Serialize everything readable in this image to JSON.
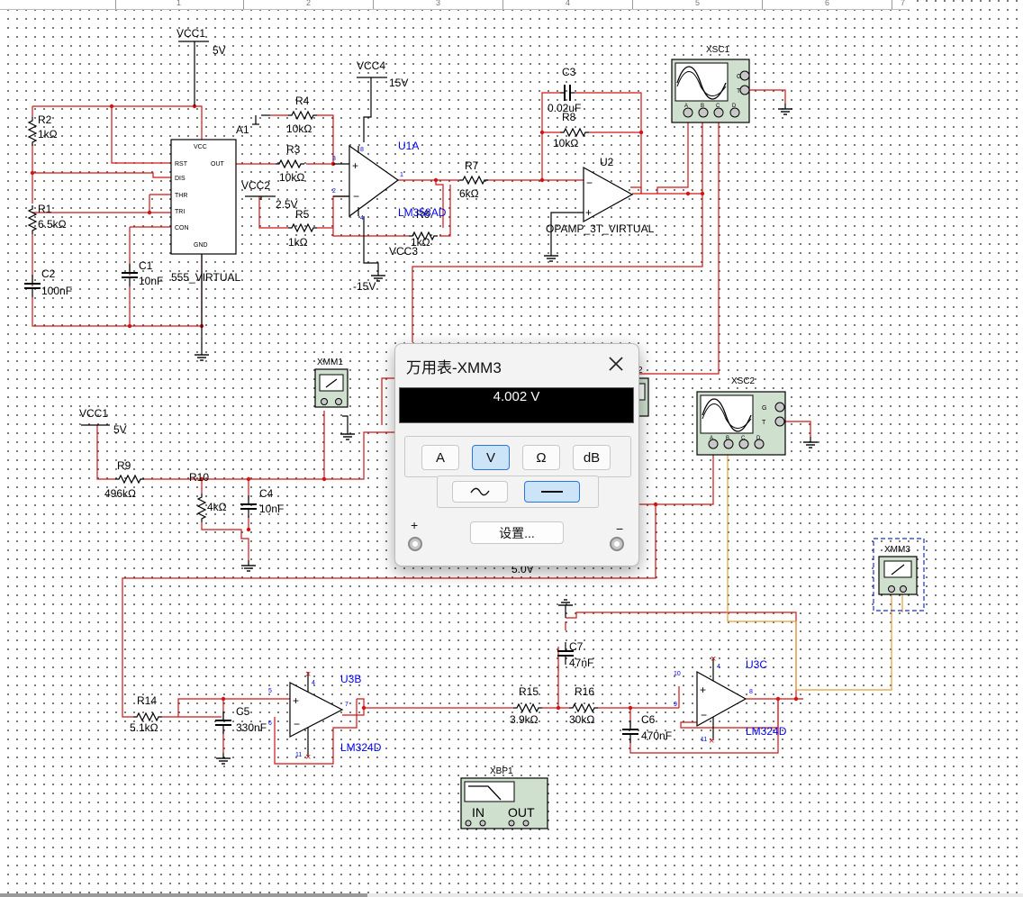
{
  "ruler": {
    "numbers": [
      "1",
      "2",
      "3",
      "4",
      "5",
      "6",
      "7"
    ]
  },
  "power": {
    "vcc1_top": {
      "label": "VCC1",
      "value": "5V"
    },
    "vcc4": {
      "label": "VCC4",
      "value": "15V"
    },
    "vcc2": {
      "label": "VCC2",
      "value": "2.5V"
    },
    "vcc3": {
      "label": "VCC3",
      "value": "-15V"
    },
    "vcc1_mid": {
      "label": "VCC1",
      "value": "5V"
    },
    "a1": "A1"
  },
  "components": {
    "r2": {
      "name": "R2",
      "value": "1kΩ"
    },
    "r1": {
      "name": "R1",
      "value": "6.5kΩ"
    },
    "c2": {
      "name": "C2",
      "value": "100nF"
    },
    "c1": {
      "name": "C1",
      "value": "10nF"
    },
    "timer": {
      "name": "555_VIRTUAL",
      "pins": [
        "VCC",
        "RST",
        "OUT",
        "DIS",
        "THR",
        "TRI",
        "CON",
        "GND"
      ]
    },
    "r4": {
      "name": "R4",
      "value": "10kΩ"
    },
    "r3": {
      "name": "R3",
      "value": "10kΩ"
    },
    "r5": {
      "name": "R5",
      "value": "1kΩ"
    },
    "r6": {
      "name": "R6",
      "value": "1kΩ"
    },
    "u1a": {
      "name": "U1A",
      "model": "LM358AD"
    },
    "r7": {
      "name": "R7",
      "value": "6kΩ"
    },
    "c3": {
      "name": "C3",
      "value": "0.02uF"
    },
    "r8": {
      "name": "R8",
      "value": "10kΩ"
    },
    "u2": {
      "name": "U2",
      "model": "OPAMP_3T_VIRTUAL"
    },
    "r9": {
      "name": "R9",
      "value": "496kΩ"
    },
    "r10": {
      "name": "R10",
      "value": "4kΩ"
    },
    "c4": {
      "name": "C4",
      "value": "10nF"
    },
    "r14": {
      "name": "R14",
      "value": "5.1kΩ"
    },
    "c5": {
      "name": "C5",
      "value": "330nF"
    },
    "u3b": {
      "name": "U3B",
      "model": "LM324D"
    },
    "r15": {
      "name": "R15",
      "value": "3.9kΩ"
    },
    "r16": {
      "name": "R16",
      "value": "30kΩ"
    },
    "c6": {
      "name": "C6",
      "value": "470nF"
    },
    "c7": {
      "name": "C7",
      "value": "47nF"
    },
    "u3c": {
      "name": "U3C",
      "model": "LM324D"
    }
  },
  "instruments": {
    "xsc1": "XSC1",
    "xsc2": "XSC2",
    "xmm1": "XMM1",
    "xmm2_partial": "2",
    "xmm3": "XMM3",
    "xbp1": {
      "name": "XBP1",
      "in": "IN",
      "out": "OUT"
    },
    "scope_channels": [
      "A",
      "B",
      "C",
      "D"
    ],
    "scope_side": [
      "G",
      "T"
    ]
  },
  "net_label": "5.0V",
  "pin_numbers": {
    "u1a": [
      "3",
      "2",
      "1",
      "8",
      "4"
    ],
    "u3b": [
      "5",
      "6",
      "7",
      "4",
      "11"
    ],
    "u3c": [
      "10",
      "9",
      "8",
      "4",
      "11"
    ]
  },
  "dialog": {
    "title": "万用表-XMM3",
    "reading": "4.002 V",
    "modes": [
      "A",
      "V",
      "Ω",
      "dB"
    ],
    "active_mode": "V",
    "active_signal": "DC",
    "settings_label": "设置...",
    "plus": "+",
    "minus": "−"
  },
  "colors": {
    "wire_red": "#d21414",
    "wire_orange": "#e0a030",
    "wire_black": "#000000",
    "component_blue": "#0000ee",
    "instrument_fill": "#cfe0cf",
    "active_button": "#cce4f7"
  }
}
